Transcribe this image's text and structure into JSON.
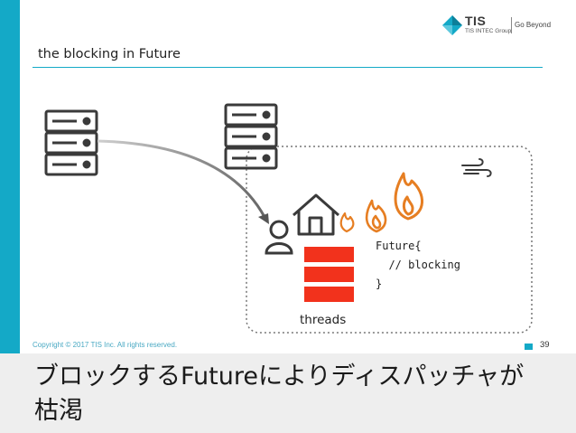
{
  "header": {
    "brand": "TIS",
    "group": "TIS INTEC Group",
    "tagline": "Go Beyond",
    "title": "the blocking in Future"
  },
  "diagram": {
    "icons": [
      "server-icon",
      "server-icon",
      "user-icon",
      "house-icon",
      "fire-icon",
      "wind-icon"
    ],
    "code_lines": [
      "Future{",
      "  // blocking",
      "}"
    ],
    "threads_label": "threads",
    "colors": {
      "accent": "#14a9c7",
      "thread_block": "#f2321c",
      "flame": "#e67e22",
      "icon_stroke": "#3a3a3a"
    }
  },
  "footer": {
    "copyright": "Copyright © 2017 TIS Inc. All rights reserved.",
    "page_number": "39"
  },
  "caption": "ブロックするFutureによりディスパッチャが枯渇"
}
